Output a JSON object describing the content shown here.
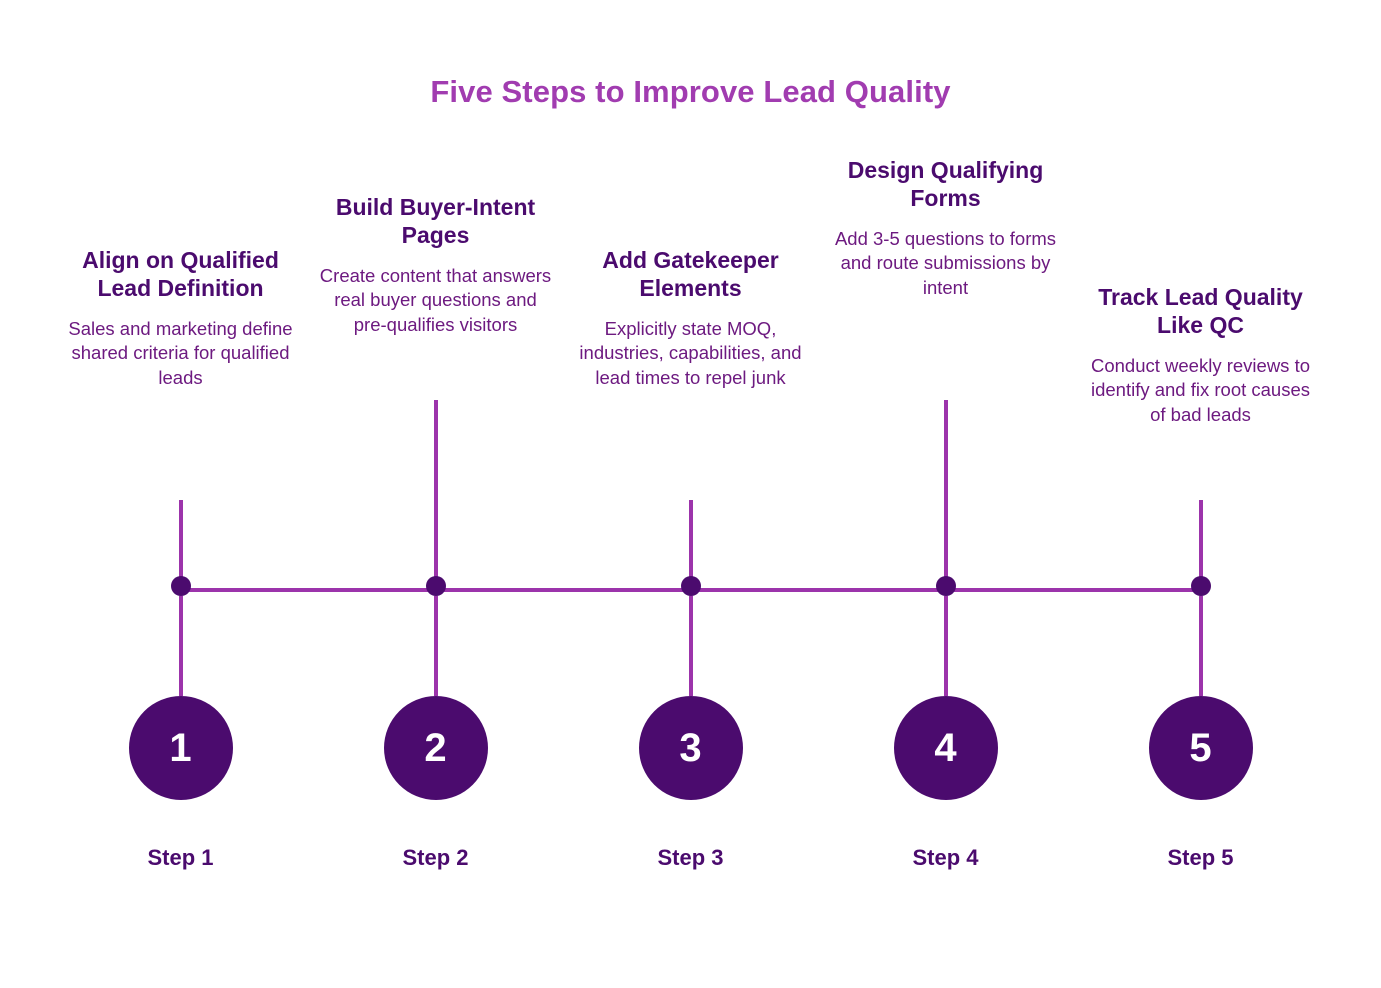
{
  "title": "Five Steps to Improve Lead Quality",
  "colors": {
    "background": "#ffffff",
    "title": "#a13cb0",
    "heading": "#4b0b6e",
    "description": "#6d1a80",
    "line": "#9c34ab",
    "dot": "#4b0b6e",
    "circle_fill": "#4b0b6e",
    "circle_text": "#ffffff"
  },
  "chart_data": {
    "type": "timeline",
    "title": "Five Steps to Improve Lead Quality",
    "orientation": "horizontal",
    "step_count": 5,
    "steps": [
      {
        "number": "1",
        "heading": "Align on Qualified Lead Definition",
        "description": "Sales and marketing define shared criteria for qualified leads",
        "label": "Step 1"
      },
      {
        "number": "2",
        "heading": "Build Buyer-Intent Pages",
        "description": "Create content that answers real buyer questions and pre-qualifies visitors",
        "label": "Step 2"
      },
      {
        "number": "3",
        "heading": "Add Gatekeeper Elements",
        "description": "Explicitly state MOQ, industries, capabilities, and lead times to repel junk",
        "label": "Step 3"
      },
      {
        "number": "4",
        "heading": "Design Qualifying Forms",
        "description": "Add 3-5 questions to forms and route submissions by intent",
        "label": "Step 4"
      },
      {
        "number": "5",
        "heading": "Track Lead Quality Like QC",
        "description": "Conduct weekly reviews to identify and fix root causes of bad leads",
        "label": "Step 5"
      }
    ]
  }
}
